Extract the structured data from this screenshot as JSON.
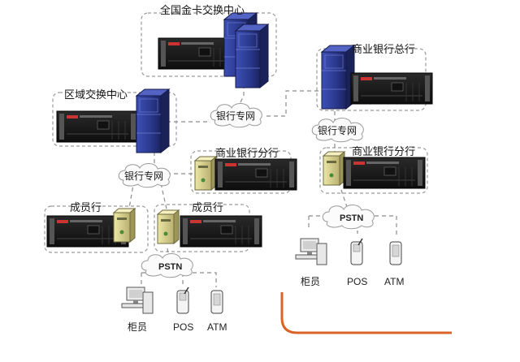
{
  "nodes": {
    "national_center": "全国金卡交换中心",
    "regional_center": "区域交换中心",
    "bank_hq": "商业银行总行",
    "branch_left": "商业银行分行",
    "branch_right": "商业银行分行",
    "member_left": "成员行",
    "member_right": "成员行"
  },
  "networks": {
    "private_top": "银行专网",
    "private_left": "银行专网",
    "private_right": "银行专网",
    "pstn_left": "PSTN",
    "pstn_right": "PSTN"
  },
  "terminals": {
    "teller_left": "柜员",
    "pos_left": "POS",
    "atm_left": "ATM",
    "teller_right": "柜员",
    "pos_right": "POS",
    "atm_right": "ATM"
  },
  "colors": {
    "frame_dash": "#9a9a9a",
    "link_dash": "#8c8c8c",
    "server_blue": "#2f3f9e",
    "server_yellow": "#d9d28a",
    "rack_dark": "#1c1c1c",
    "accent_orange": "#d8642a"
  }
}
